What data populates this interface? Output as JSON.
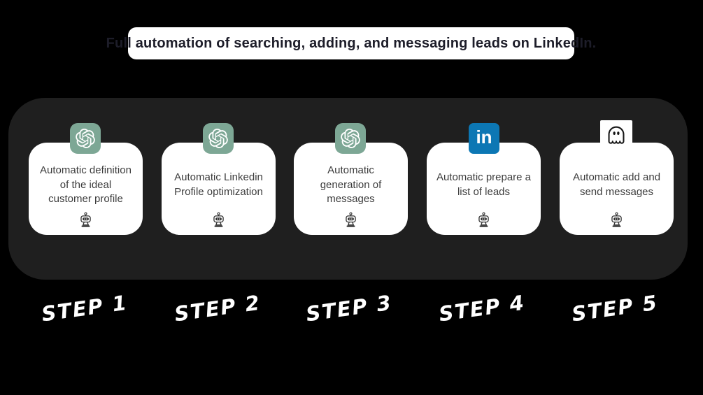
{
  "title_banner": {
    "text": "Full automation of searching, adding, and messaging leads on LinkedIn."
  },
  "linkedin_icon": {
    "text": "in"
  },
  "colors": {
    "background": "#000000",
    "panel": "#1f1f1f",
    "card": "#ffffff",
    "card_text": "#3c3c3c",
    "title_text": "#1d1d29",
    "openai_green": "#7da795",
    "linkedin_blue": "#0c77b4",
    "step_label": "#ffffff"
  },
  "steps": [
    {
      "label": "STEP 1",
      "icon": "openai-icon",
      "card_text": "Automatic definition\nof the ideal\ncustomer profile",
      "footer_icon": "robot-icon"
    },
    {
      "label": "STEP 2",
      "icon": "openai-icon",
      "card_text": "Automatic Linkedin\nProfile optimization",
      "footer_icon": "robot-icon"
    },
    {
      "label": "STEP 3",
      "icon": "openai-icon",
      "card_text": "Automatic\ngeneration of\nmessages",
      "footer_icon": "robot-icon"
    },
    {
      "label": "STEP 4",
      "icon": "linkedin-icon",
      "card_text": "Automatic prepare a\nlist of leads",
      "footer_icon": "robot-icon"
    },
    {
      "label": "STEP 5",
      "icon": "ghost-icon",
      "card_text": "Automatic add and\nsend messages",
      "footer_icon": "robot-icon"
    }
  ]
}
